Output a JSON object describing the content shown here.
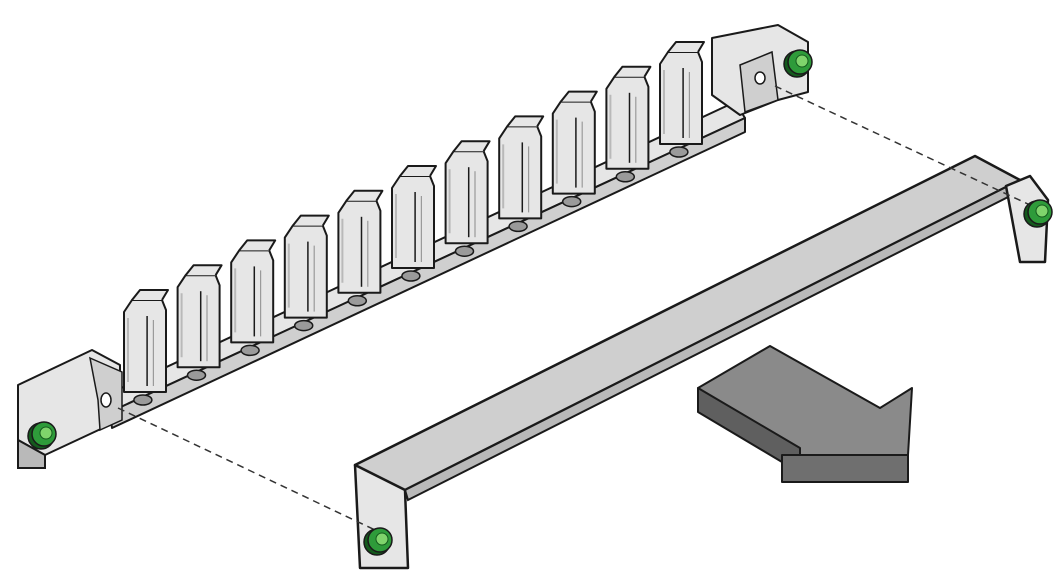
{
  "diagram": {
    "alt": "",
    "colors": {
      "metal_light": "#e6e6e6",
      "metal": "#cfcfcf",
      "metal_mid": "#b9b9b9",
      "metal_dark": "#9a9a9a",
      "outline": "#1a1a1a",
      "screw_green": "#2e9b3a",
      "screw_green_light": "#7fd46c",
      "screw_green_dark": "#145a1d",
      "arrow_top": "#8a8a8a",
      "arrow_side": "#5f5f5f",
      "arrow_front": "#6f6f6f",
      "dash": "#333333"
    },
    "parts": {
      "cable_bracket": {
        "clip_count": 11
      },
      "cover_bar": {},
      "screws": [
        "bracket-left",
        "bracket-right",
        "bar-left",
        "bar-right"
      ],
      "direction_arrow": {
        "icon": "arrow-right-down-3d"
      }
    }
  }
}
